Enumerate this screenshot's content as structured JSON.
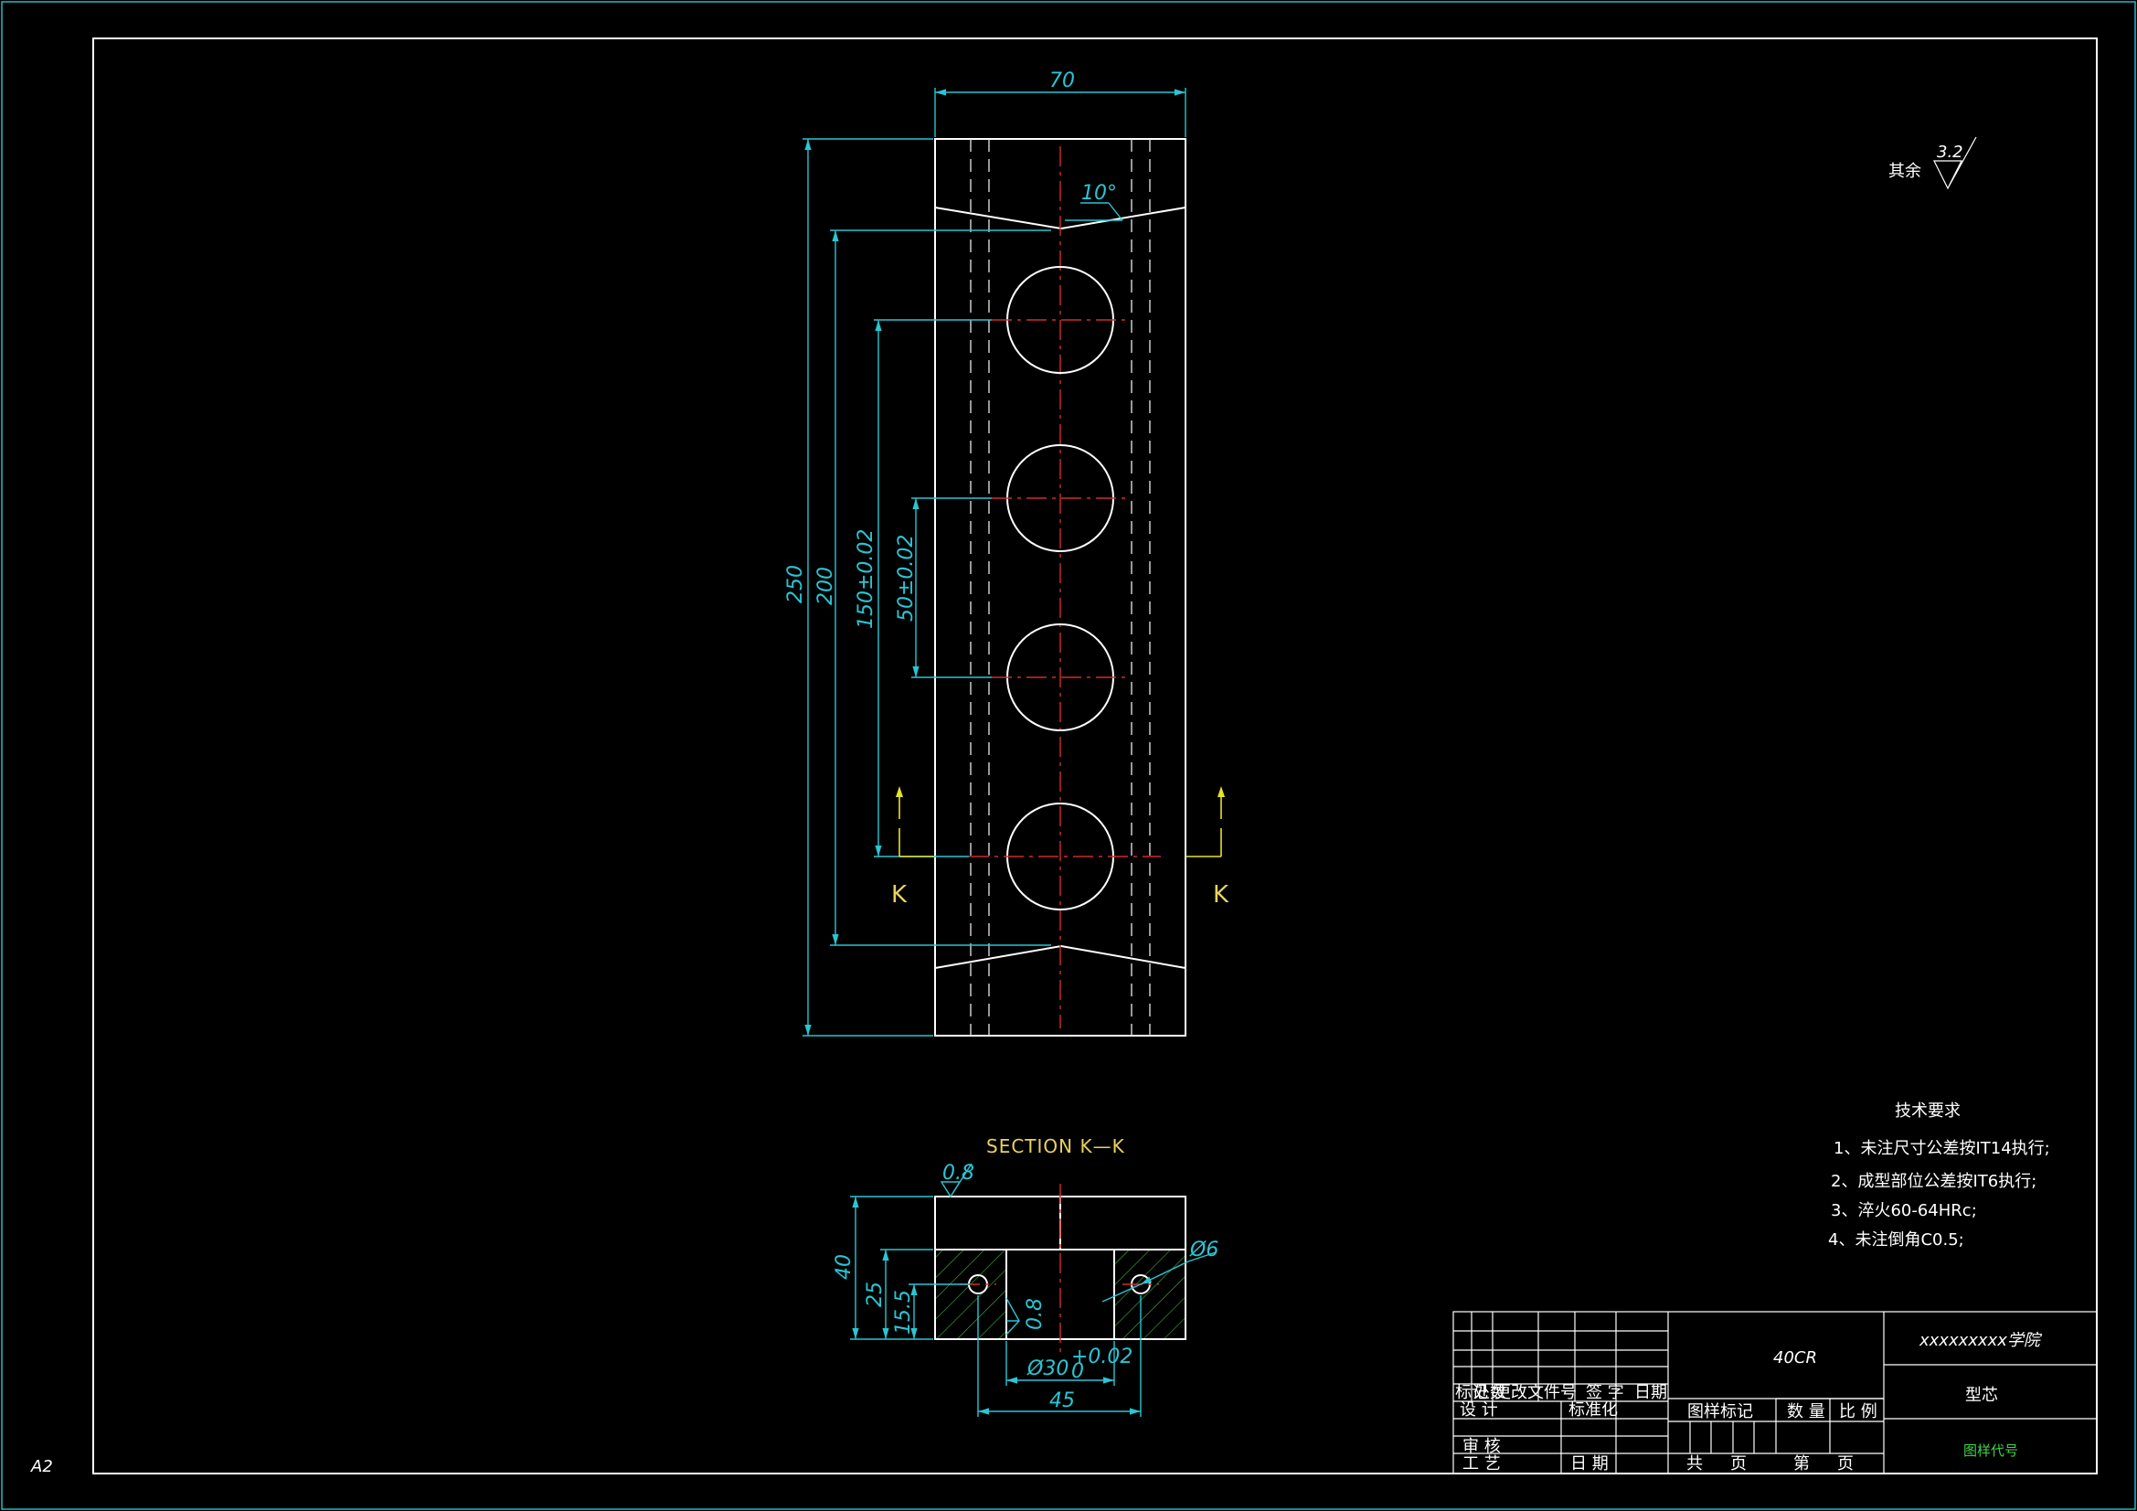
{
  "sheet": {
    "size_label": "A2",
    "roughness_note_prefix": "其余",
    "roughness_value": "3.2"
  },
  "main_view": {
    "dims": {
      "width": "70",
      "total_height": "250",
      "inner_height": "200",
      "pitch_outer": "150±0.02",
      "pitch_inner": "50±0.02",
      "angle": "10°"
    },
    "section_marks": {
      "left": "K",
      "right": "K"
    }
  },
  "section_view": {
    "title": "SECTION  K—K",
    "dims": {
      "height": "40",
      "mid_height": "25",
      "hole_height": "15.5",
      "slot_width": "Ø30",
      "slot_tol_upper": "+0.02",
      "slot_tol_lower": "0",
      "hole_spacing": "45",
      "hole_dia": "Ø6",
      "rough_top": "0.8",
      "rough_slot": "0.8"
    }
  },
  "tech_requirements": {
    "title": "技术要求",
    "items": [
      "1、未注尺寸公差按IT14执行;",
      "2、成型部位公差按IT6执行;",
      "3、淬火60-64HRc;",
      "4、未注倒角C0.5;"
    ]
  },
  "title_block": {
    "material": "40CR",
    "school": "xxxxxxxxx学院",
    "part_name": "型芯",
    "drawing_no": "图样代号",
    "rev_headers": [
      "标记",
      "处数",
      "更改文件号",
      "签 字",
      "日期"
    ],
    "design": "设 计",
    "standardize": "标准化",
    "review": "审 核",
    "process": "工 艺",
    "date": "日 期",
    "stage_mark": "图样标记",
    "quantity": "数 量",
    "scale": "比 例",
    "total": "共",
    "sheet_word": "页",
    "sheet_no": "第",
    "page_word": "页"
  }
}
